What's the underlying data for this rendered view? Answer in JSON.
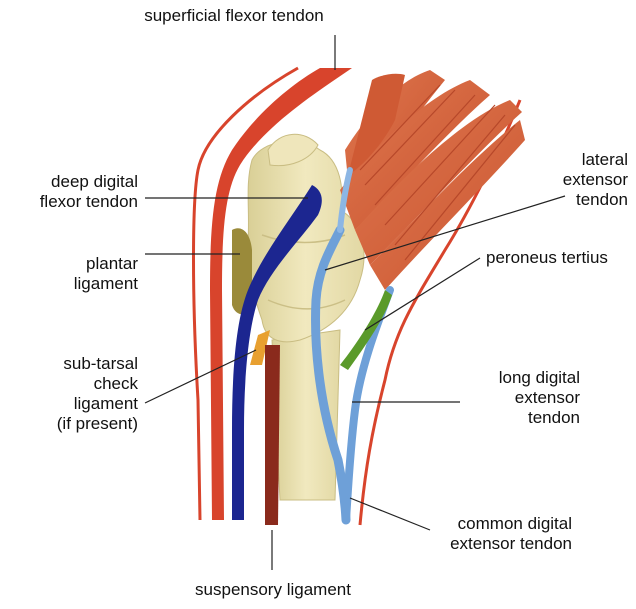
{
  "diagram": {
    "labels": {
      "superficial_flexor_tendon": "superficial flexor tendon",
      "deep_digital_flexor_tendon": "deep digital\nflexor tendon",
      "plantar_ligament": "plantar\nligament",
      "sub_tarsal_check_ligament": "sub-tarsal\ncheck\nligament\n(if present)",
      "lateral_extensor_tendon": "lateral\nextensor\ntendon",
      "peroneus_tertius": "peroneus tertius",
      "long_digital_extensor_tendon": "long digital\nextensor\ntendon",
      "common_digital_extensor_tendon": "common digital\nextensor tendon",
      "suspensory_ligament": "suspensory ligament"
    },
    "colors": {
      "bone": "#ece3b4",
      "muscle": "#d8643c",
      "superficial_flexor": "#d8442c",
      "deep_flexor": "#1c2690",
      "extensor": "#6ea0d8",
      "peroneus": "#5a9a2a",
      "suspensory": "#8a2a1c",
      "check_ligament": "#e8a030",
      "plantar": "#9a8a3a"
    }
  }
}
